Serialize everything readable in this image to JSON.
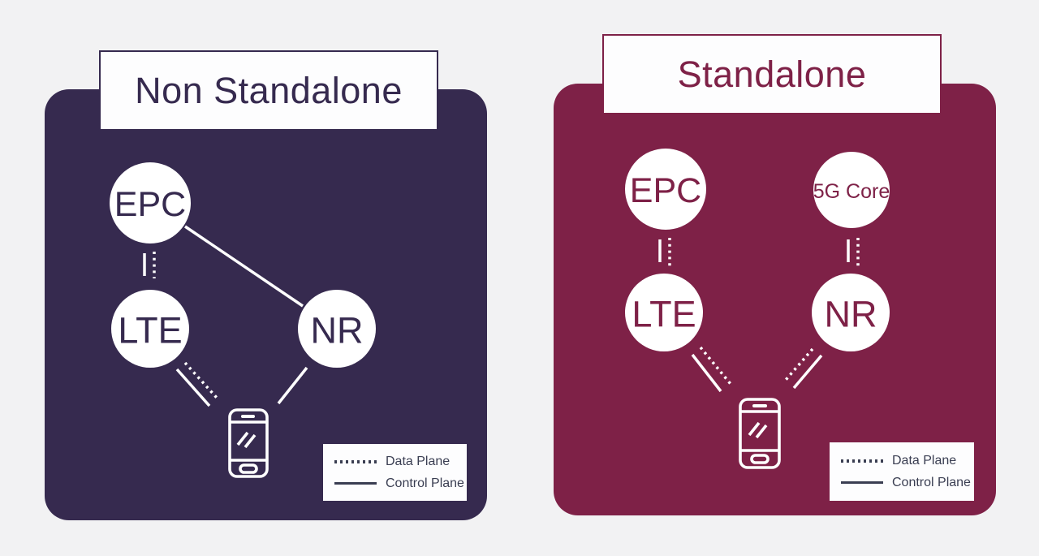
{
  "page": {
    "background": "#f2f2f3"
  },
  "colors": {
    "nsa_panel": "#362a4f",
    "sa_panel": "#7e2147",
    "node_fill": "#ffffff",
    "connector": "#ffffff",
    "legend_ink": "#3a3e52",
    "box_background": "#fdfdfe"
  },
  "panels": {
    "nsa": {
      "title": "Non Standalone",
      "nodes": {
        "epc": "EPC",
        "lte": "LTE",
        "nr": "NR"
      },
      "links": [
        "EPC-LTE: control + data",
        "EPC-NR: control",
        "LTE-phone: data + control",
        "NR-phone: control"
      ]
    },
    "sa": {
      "title": "Standalone",
      "nodes": {
        "epc": "EPC",
        "core5g": "5G Core",
        "lte": "LTE",
        "nr": "NR"
      },
      "links": [
        "EPC-LTE: control + data",
        "5GCore-NR: control + data",
        "LTE-phone: data + control",
        "NR-phone: data + control"
      ]
    }
  },
  "legend": {
    "data_plane": "Data Plane",
    "control_plane": "Control Plane"
  }
}
